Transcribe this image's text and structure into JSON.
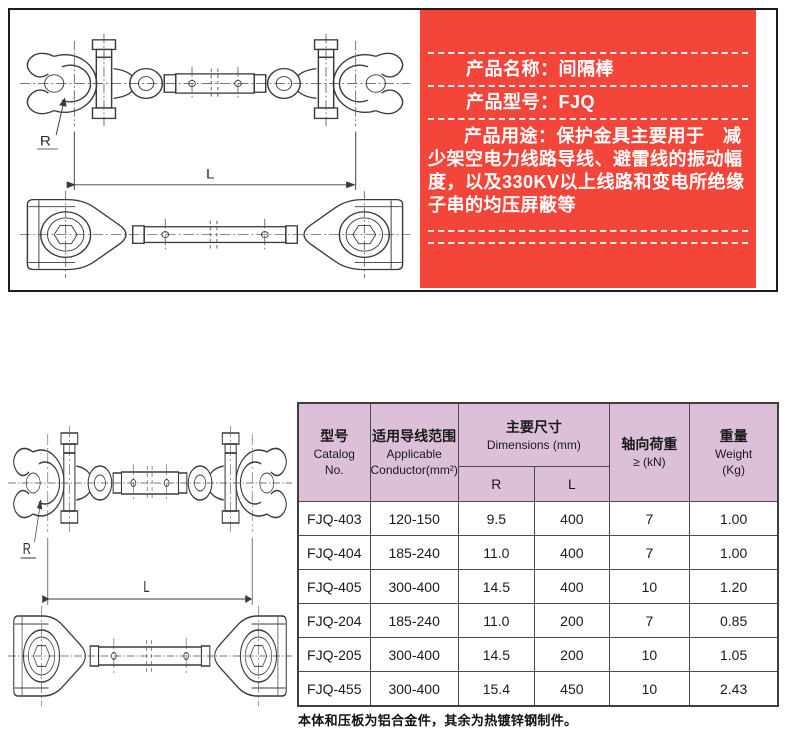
{
  "info_box": {
    "bg_color": "#f3453a",
    "name_label": "产品名称：间隔棒",
    "model_label": "产品型号：FJQ",
    "usage_text": "产品用途：保护金具主要用于　减少架空电力线路导线、避雷线的振动幅度，以及330KV以上线路和变电所绝缘子串的均压屏蔽等"
  },
  "drawing": {
    "radius_label": "R",
    "length_label": "L"
  },
  "spec_table": {
    "header_bg": "#dcc0da",
    "headers": {
      "model": {
        "zh": "型号",
        "en1": "Catalog",
        "en2": "No."
      },
      "conductor": {
        "zh": "适用导线范围",
        "en1": "Applicable",
        "en2": "Conductor(mm²)"
      },
      "dimensions": {
        "zh": "主要尺寸",
        "en": "Dimensions (mm)",
        "sub_r": "R",
        "sub_l": "L"
      },
      "load": {
        "zh": "轴向荷重",
        "en": "≥ (kN)"
      },
      "weight": {
        "zh": "重量",
        "en1": "Weight",
        "en2": "(Kg)"
      }
    },
    "rows": [
      {
        "model": "FJQ-403",
        "conductor": "120-150",
        "r": "9.5",
        "l": "400",
        "load": "7",
        "weight": "1.00"
      },
      {
        "model": "FJQ-404",
        "conductor": "185-240",
        "r": "11.0",
        "l": "400",
        "load": "7",
        "weight": "1.00"
      },
      {
        "model": "FJQ-405",
        "conductor": "300-400",
        "r": "14.5",
        "l": "400",
        "load": "10",
        "weight": "1.20"
      },
      {
        "model": "FJQ-204",
        "conductor": "185-240",
        "r": "11.0",
        "l": "200",
        "load": "7",
        "weight": "0.85"
      },
      {
        "model": "FJQ-205",
        "conductor": "300-400",
        "r": "14.5",
        "l": "200",
        "load": "10",
        "weight": "1.05"
      },
      {
        "model": "FJQ-455",
        "conductor": "300-400",
        "r": "15.4",
        "l": "450",
        "load": "10",
        "weight": "2.43"
      }
    ],
    "footnote": "本体和压板为铝合金件，其余为热镀锌钢制件。"
  }
}
